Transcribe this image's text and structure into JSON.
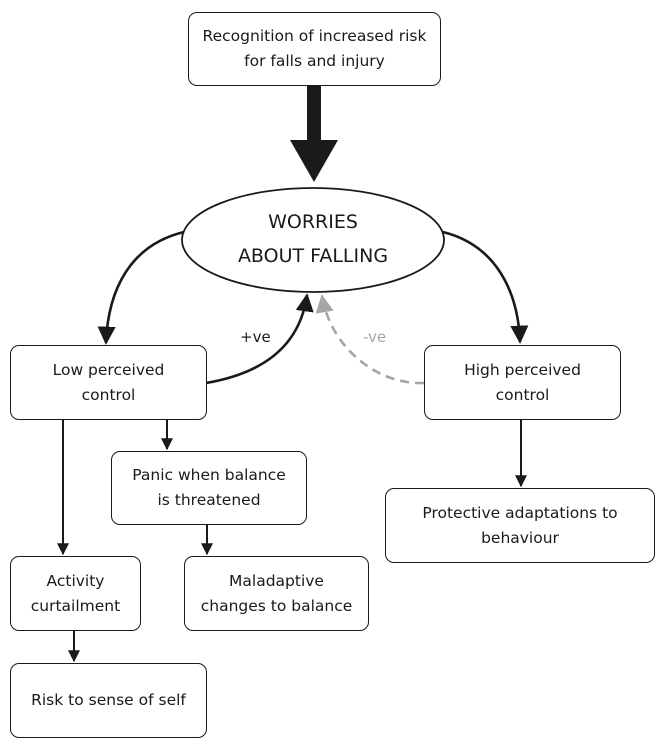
{
  "nodes": {
    "recognition": "Recognition of increased risk for falls and injury",
    "worries_line1": "WORRIES",
    "worries_line2": "ABOUT FALLING",
    "low_control": "Low perceived control",
    "high_control": "High perceived control",
    "panic": "Panic when balance is threatened",
    "protective": "Protective adaptations to behaviour",
    "activity": "Activity curtailment",
    "maladaptive": "Maladaptive changes to balance",
    "risk_self": "Risk to sense of self"
  },
  "edge_labels": {
    "positive": "+ve",
    "negative": "-ve"
  },
  "colors": {
    "line": "#1a1a1a",
    "negative_dashed": "#a6a6a6"
  }
}
